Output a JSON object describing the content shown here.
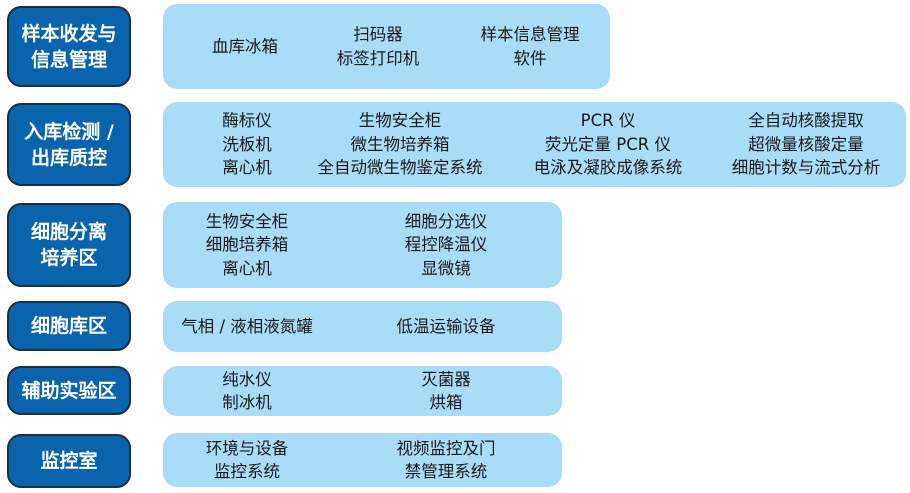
{
  "colors": {
    "label_bg": "#0a63ad",
    "label_border": "#1b2f45",
    "panel_bg": "#a9dcf6",
    "text": "#1a1a1a"
  },
  "rows": [
    {
      "label": "样本收发与\n信息管理",
      "columns": [
        [
          "血库冰箱"
        ],
        [
          "扫码器",
          "标签打印机"
        ],
        [
          "样本信息管理",
          "软件"
        ]
      ]
    },
    {
      "label": "入库检测 /\n出库质控",
      "columns": [
        [
          "酶标仪",
          "洗板机",
          "离心机"
        ],
        [
          "生物安全柜",
          "微生物培养箱",
          "全自动微生物鉴定系统"
        ],
        [
          "PCR 仪",
          "荧光定量 PCR 仪",
          "电泳及凝胶成像系统"
        ],
        [
          "全自动核酸提取",
          "超微量核酸定量",
          "细胞计数与流式分析"
        ]
      ]
    },
    {
      "label": "细胞分离\n培养区",
      "columns": [
        [
          "生物安全柜",
          "细胞培养箱",
          "离心机"
        ],
        [
          "细胞分选仪",
          "程控降温仪",
          "显微镜"
        ]
      ]
    },
    {
      "label": "细胞库区",
      "columns": [
        [
          "气相 / 液相液氮罐"
        ],
        [
          "低温运输设备"
        ]
      ]
    },
    {
      "label": "辅助实验区",
      "columns": [
        [
          "纯水仪",
          "制冰机"
        ],
        [
          "灭菌器",
          "烘箱"
        ]
      ]
    },
    {
      "label": "监控室",
      "columns": [
        [
          "环境与设备",
          "监控系统"
        ],
        [
          "视频监控及门",
          "禁管理系统"
        ]
      ]
    }
  ]
}
